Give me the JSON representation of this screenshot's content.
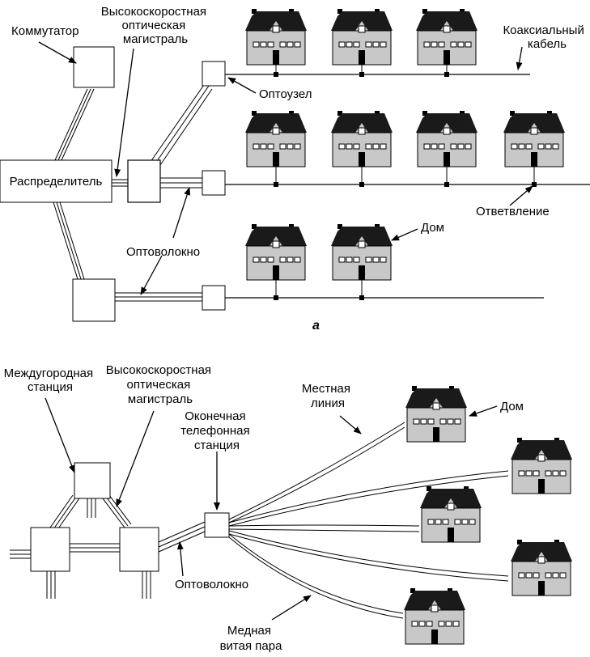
{
  "diagram_a": {
    "switch_label": "Коммутатор",
    "backbone_label": [
      "Высокоскоростная",
      "оптическая",
      "магистраль"
    ],
    "distributor_label": "Распределитель",
    "coax_label": [
      "Коаксиальный",
      "кабель"
    ],
    "optonode_label": "Оптоузел",
    "tap_label": "Ответвление",
    "fiber_label": "Оптоволокно",
    "house_label": "Дом",
    "caption": "а"
  },
  "diagram_b": {
    "toll_office_label": [
      "Междугородная",
      "станция"
    ],
    "backbone_label": [
      "Высокоскоростная",
      "оптическая",
      "магистраль"
    ],
    "local_loop_label": [
      "Местная",
      "линия"
    ],
    "house_label": "Дом",
    "end_office_label": [
      "Оконечная",
      "телефонная",
      "станция"
    ],
    "fiber_label": "Оптоволокно",
    "copper_label": [
      "Медная",
      "витая пара"
    ]
  },
  "colors": {
    "ink": "#000000",
    "wall": "#c8c8c8",
    "roof": "#1a1a1a",
    "paper": "#ffffff"
  }
}
